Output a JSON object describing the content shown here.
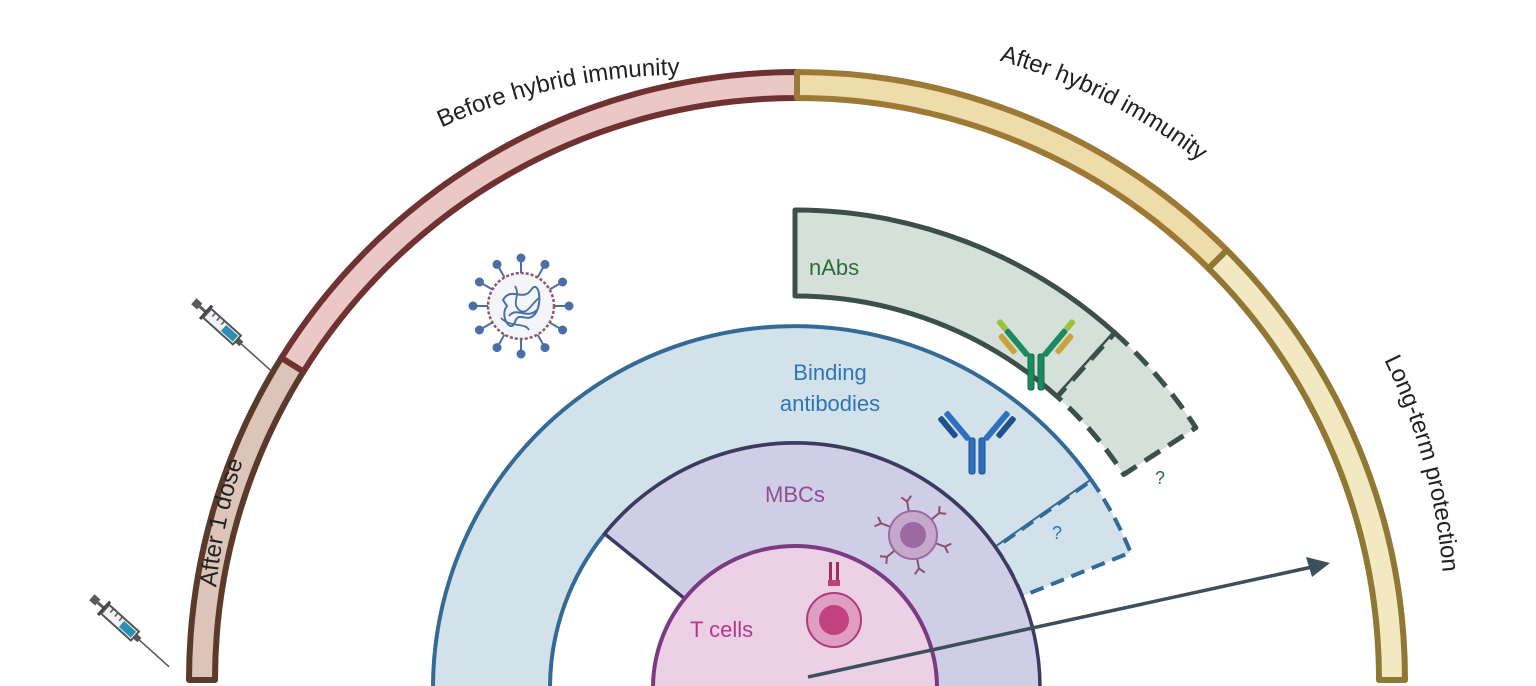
{
  "labels": {
    "after_1_dose": "After 1 dose",
    "before_hybrid": "Before hybrid immunity",
    "after_hybrid": "After hybrid immunity",
    "long_term": "Long-term protection",
    "nabs": "nAbs",
    "binding_line1": "Binding",
    "binding_line2": "antibodies",
    "mbcs": "MBCs",
    "t_cells": "T cells",
    "unknown": "?"
  },
  "colors": {
    "dose_fill": "#dcc5b8",
    "dose_stroke": "#5a3a2a",
    "before_fill": "#ebc7c6",
    "before_stroke": "#6e3232",
    "after_fill": "#efdcab",
    "after_stroke": "#9c7a36",
    "longterm_fill": "#f2e8c2",
    "longterm_stroke": "#8f7833",
    "nabs_fill": "#d4e0d9",
    "nabs_stroke": "#3c4f4a",
    "nabs_text": "#2e6b3a",
    "binding_fill": "#d3e2ea",
    "binding_stroke": "#336a96",
    "binding_text": "#2e75b6",
    "mbc_fill": "#d0cde6",
    "mbc_stroke": "#3c3a5e",
    "mbc_text": "#8e4f92",
    "tcell_fill": "#ecd1e6",
    "tcell_stroke": "#7a3b80",
    "tcell_text": "#b03a87",
    "arrow": "#3e4f5c"
  },
  "icons": [
    "syringe-icon",
    "virus-icon",
    "antibody-icon",
    "memory-b-cell-icon",
    "t-cell-icon",
    "arrow-icon"
  ]
}
